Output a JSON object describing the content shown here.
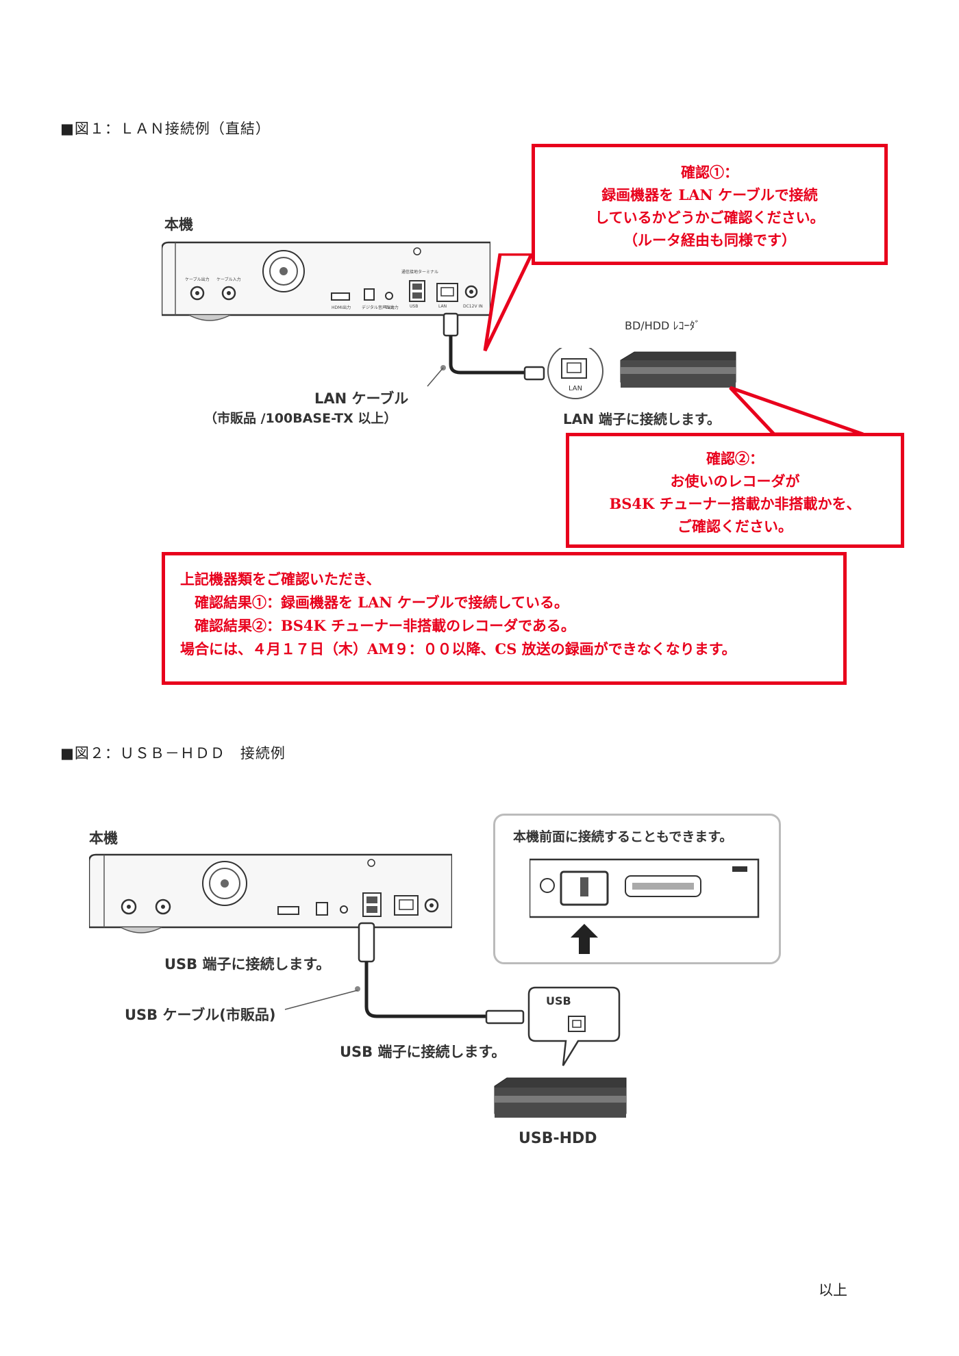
{
  "fig1": {
    "title": "■図１：ＬＡＮ接続例（直結）",
    "unit_label": "本機",
    "recorder_label": "BD/HDD ﾚｺｰﾀﾞ",
    "lan_cable_label": "LAN ケーブル",
    "lan_cable_sub": "（市販品 /100BASE-TX 以上）",
    "lan_port_connect": "LAN 端子に接続します。",
    "port_label_lan": "LAN",
    "rear_labels": {
      "cable_out": "ケーブル出力",
      "cable_in": "ケーブル入力",
      "hdmi": "HDMI出力",
      "digital_audio": "デジタル音声出力",
      "tv_out": "TV出力",
      "usb": "USB",
      "dc_in": "DC12V IN",
      "ground": "通信接地ターミナル"
    },
    "callout1": [
      "確認①：",
      "録画機器を LAN ケーブルで接続",
      "しているかどうかご確認ください。",
      "（ルータ経由も同様です）"
    ],
    "callout2": [
      "確認②：",
      "お使いのレコーダが",
      "BS4K チューナー搭載か非搭載かを、",
      "ご確認ください。"
    ],
    "notice": [
      "上記機器類をご確認いただき、",
      "　確認結果①：録画機器を LAN ケーブルで接続している。",
      "　確認結果②：BS4K チューナー非搭載のレコーダである。",
      "場合には、４月１７日（木）AM９：００以降、CS 放送の録画ができなくなります。"
    ]
  },
  "fig2": {
    "title": "■図２：ＵＳＢ－ＨＤＤ　接続例",
    "unit_label": "本機",
    "front_note": "本機前面に接続することもできます。",
    "usb_connect_top": "USB 端子に接続します。",
    "usb_cable_label": "USB ケーブル(市販品)",
    "usb_connect_bottom": "USB 端子に接続します。",
    "usb_port_label": "USB",
    "hdd_label": "USB-HDD"
  },
  "footer": {
    "end": "以上"
  },
  "colors": {
    "accent_red": "#e8001c",
    "device_dark": "#3a3a3a",
    "text": "#222222"
  }
}
